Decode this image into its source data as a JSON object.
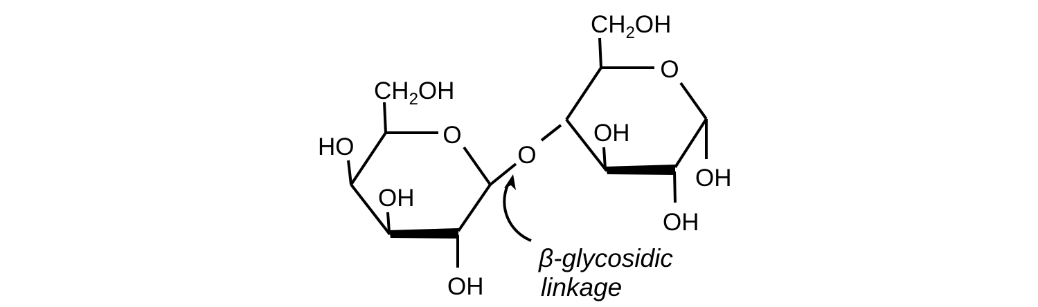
{
  "diagram": {
    "title_hidden": null,
    "left_ring": {
      "ring_oxygen": "O",
      "c6_group": {
        "main": "CH",
        "subscript": "2",
        "tail": "OH"
      },
      "c4_substituent": "HO",
      "c3_substituent": "OH",
      "c2_substituent": "OH"
    },
    "bridge_oxygen": "O",
    "right_ring": {
      "ring_oxygen": "O",
      "c6_group": {
        "main": "CH",
        "subscript": "2",
        "tail": "OH"
      },
      "c3_substituent": "OH",
      "c1_substituent": "OH",
      "c2_substituent": "OH"
    },
    "annotation": {
      "line1": "β-glycosidic",
      "line2": "linkage"
    },
    "colors": {
      "ink": "#000000",
      "background": "#ffffff"
    }
  }
}
